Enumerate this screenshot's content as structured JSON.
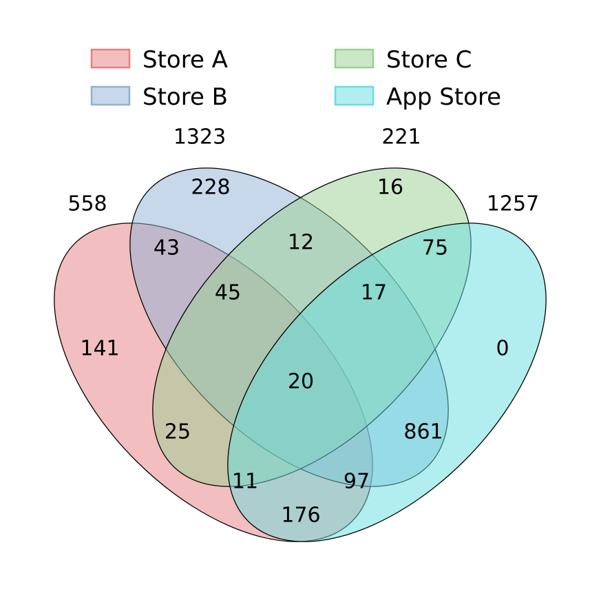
{
  "chart_data": {
    "type": "venn",
    "sets": [
      {
        "name": "Store A",
        "total": 558,
        "color": "#E87E80"
      },
      {
        "name": "Store B",
        "total": 1323,
        "color": "#8DB2D6"
      },
      {
        "name": "Store C",
        "total": 221,
        "color": "#99CF91"
      },
      {
        "name": "App Store",
        "total": 1257,
        "color": "#66DDE0"
      }
    ],
    "regions": [
      {
        "sets": [
          "Store A"
        ],
        "value": 141
      },
      {
        "sets": [
          "Store B"
        ],
        "value": 228
      },
      {
        "sets": [
          "Store C"
        ],
        "value": 16
      },
      {
        "sets": [
          "App Store"
        ],
        "value": 0
      },
      {
        "sets": [
          "Store A",
          "Store B"
        ],
        "value": 43
      },
      {
        "sets": [
          "Store B",
          "Store C"
        ],
        "value": 12
      },
      {
        "sets": [
          "Store C",
          "App Store"
        ],
        "value": 75
      },
      {
        "sets": [
          "Store A",
          "Store C"
        ],
        "value": 25
      },
      {
        "sets": [
          "Store B",
          "App Store"
        ],
        "value": 861
      },
      {
        "sets": [
          "Store A",
          "App Store"
        ],
        "value": 176
      },
      {
        "sets": [
          "Store A",
          "Store B",
          "Store C"
        ],
        "value": 45
      },
      {
        "sets": [
          "Store B",
          "Store C",
          "App Store"
        ],
        "value": 17
      },
      {
        "sets": [
          "Store A",
          "Store C",
          "App Store"
        ],
        "value": 11
      },
      {
        "sets": [
          "Store A",
          "Store B",
          "App Store"
        ],
        "value": 97
      },
      {
        "sets": [
          "Store A",
          "Store B",
          "Store C",
          "App Store"
        ],
        "value": 20
      }
    ],
    "legend_position": "top"
  }
}
